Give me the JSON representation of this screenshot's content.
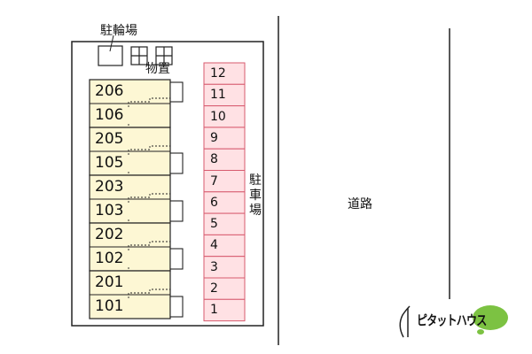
{
  "labels": {
    "bicycle_parking": "駐輪場",
    "storage": "物置",
    "parking": "駐車場",
    "road": "道路"
  },
  "buildings": [
    {
      "units": [
        "206",
        "106"
      ]
    },
    {
      "units": [
        "205",
        "105"
      ]
    },
    {
      "units": [
        "203",
        "103"
      ]
    },
    {
      "units": [
        "202",
        "102"
      ]
    },
    {
      "units": [
        "201",
        "101"
      ]
    }
  ],
  "parking_slots": [
    "12",
    "11",
    "10",
    "9",
    "8",
    "7",
    "6",
    "5",
    "4",
    "3",
    "2",
    "1"
  ],
  "logo": {
    "text": "ピタットハウス"
  },
  "colors": {
    "unit_fill": "#fdf7d4",
    "slot_fill": "#ffe1e4",
    "slot_stroke": "#d75a6e",
    "line": "#222222",
    "logo_green": "#7cc242"
  }
}
